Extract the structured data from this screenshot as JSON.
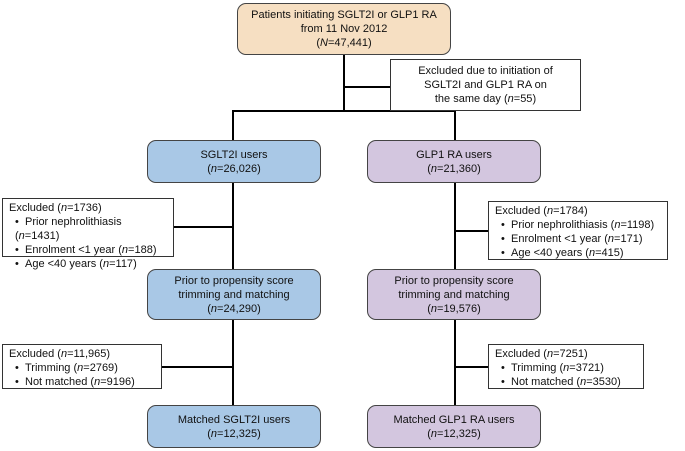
{
  "top": {
    "line1": "Patients initiating SGLT2I or GLP1 RA",
    "line2": "from 11 Nov 2012",
    "n": "=47,441"
  },
  "excluded_same_day": {
    "line1": "Excluded due to initiation of",
    "line2": "SGLT2I and GLP1 RA on",
    "line3_pre": "the  same day (",
    "n": "=55",
    "line3_post": ")"
  },
  "sglt2": {
    "users": {
      "title": "SGLT2I users",
      "n": "=26,026"
    },
    "excl1": {
      "head_pre": "Excluded (",
      "head_n": "=1736",
      "head_post": ")",
      "items": [
        {
          "label": "Prior nephrolithiasis (",
          "n": "=1431",
          "post": ")"
        },
        {
          "label": "Enrolment <1 year (",
          "n": "=188",
          "post": ")"
        },
        {
          "label": "Age <40 years (",
          "n": "=117",
          "post": ")"
        }
      ]
    },
    "prior": {
      "line1": "Prior to propensity score",
      "line2": "trimming and matching",
      "n": "=24,290"
    },
    "excl2": {
      "head_pre": "Excluded (",
      "head_n": "=11,965",
      "head_post": ")",
      "items": [
        {
          "label": "Trimming (",
          "n": "=2769",
          "post": ")"
        },
        {
          "label": "Not matched (",
          "n": "=9196",
          "post": ")"
        }
      ]
    },
    "matched": {
      "title": "Matched SGLT2I users",
      "n": "=12,325"
    }
  },
  "glp1": {
    "users": {
      "title": "GLP1 RA users",
      "n": "=21,360"
    },
    "excl1": {
      "head_pre": "Excluded (",
      "head_n": "=1784",
      "head_post": ")",
      "items": [
        {
          "label": "Prior nephrolithiasis (",
          "n": "=1198",
          "post": ")"
        },
        {
          "label": "Enrolment <1 year (",
          "n": "=171",
          "post": ")"
        },
        {
          "label": "Age <40 years (",
          "n": "=415",
          "post": ")"
        }
      ]
    },
    "prior": {
      "line1": "Prior to propensity score",
      "line2": "trimming and matching",
      "n": "=19,576"
    },
    "excl2": {
      "head_pre": "Excluded (",
      "head_n": "=7251",
      "head_post": ")",
      "items": [
        {
          "label": "Trimming (",
          "n": "=3721",
          "post": ")"
        },
        {
          "label": "Not matched (",
          "n": "=3530",
          "post": ")"
        }
      ]
    },
    "matched": {
      "title": "Matched GLP1 RA users",
      "n": "=12,325"
    }
  },
  "n_symbol": "N",
  "n_symbol_small": "n",
  "colors": {
    "top_box": "#f6dfc2",
    "sglt2_box": "#a9c8e6",
    "glp1_box": "#d3c6df",
    "connector": "#000000"
  }
}
